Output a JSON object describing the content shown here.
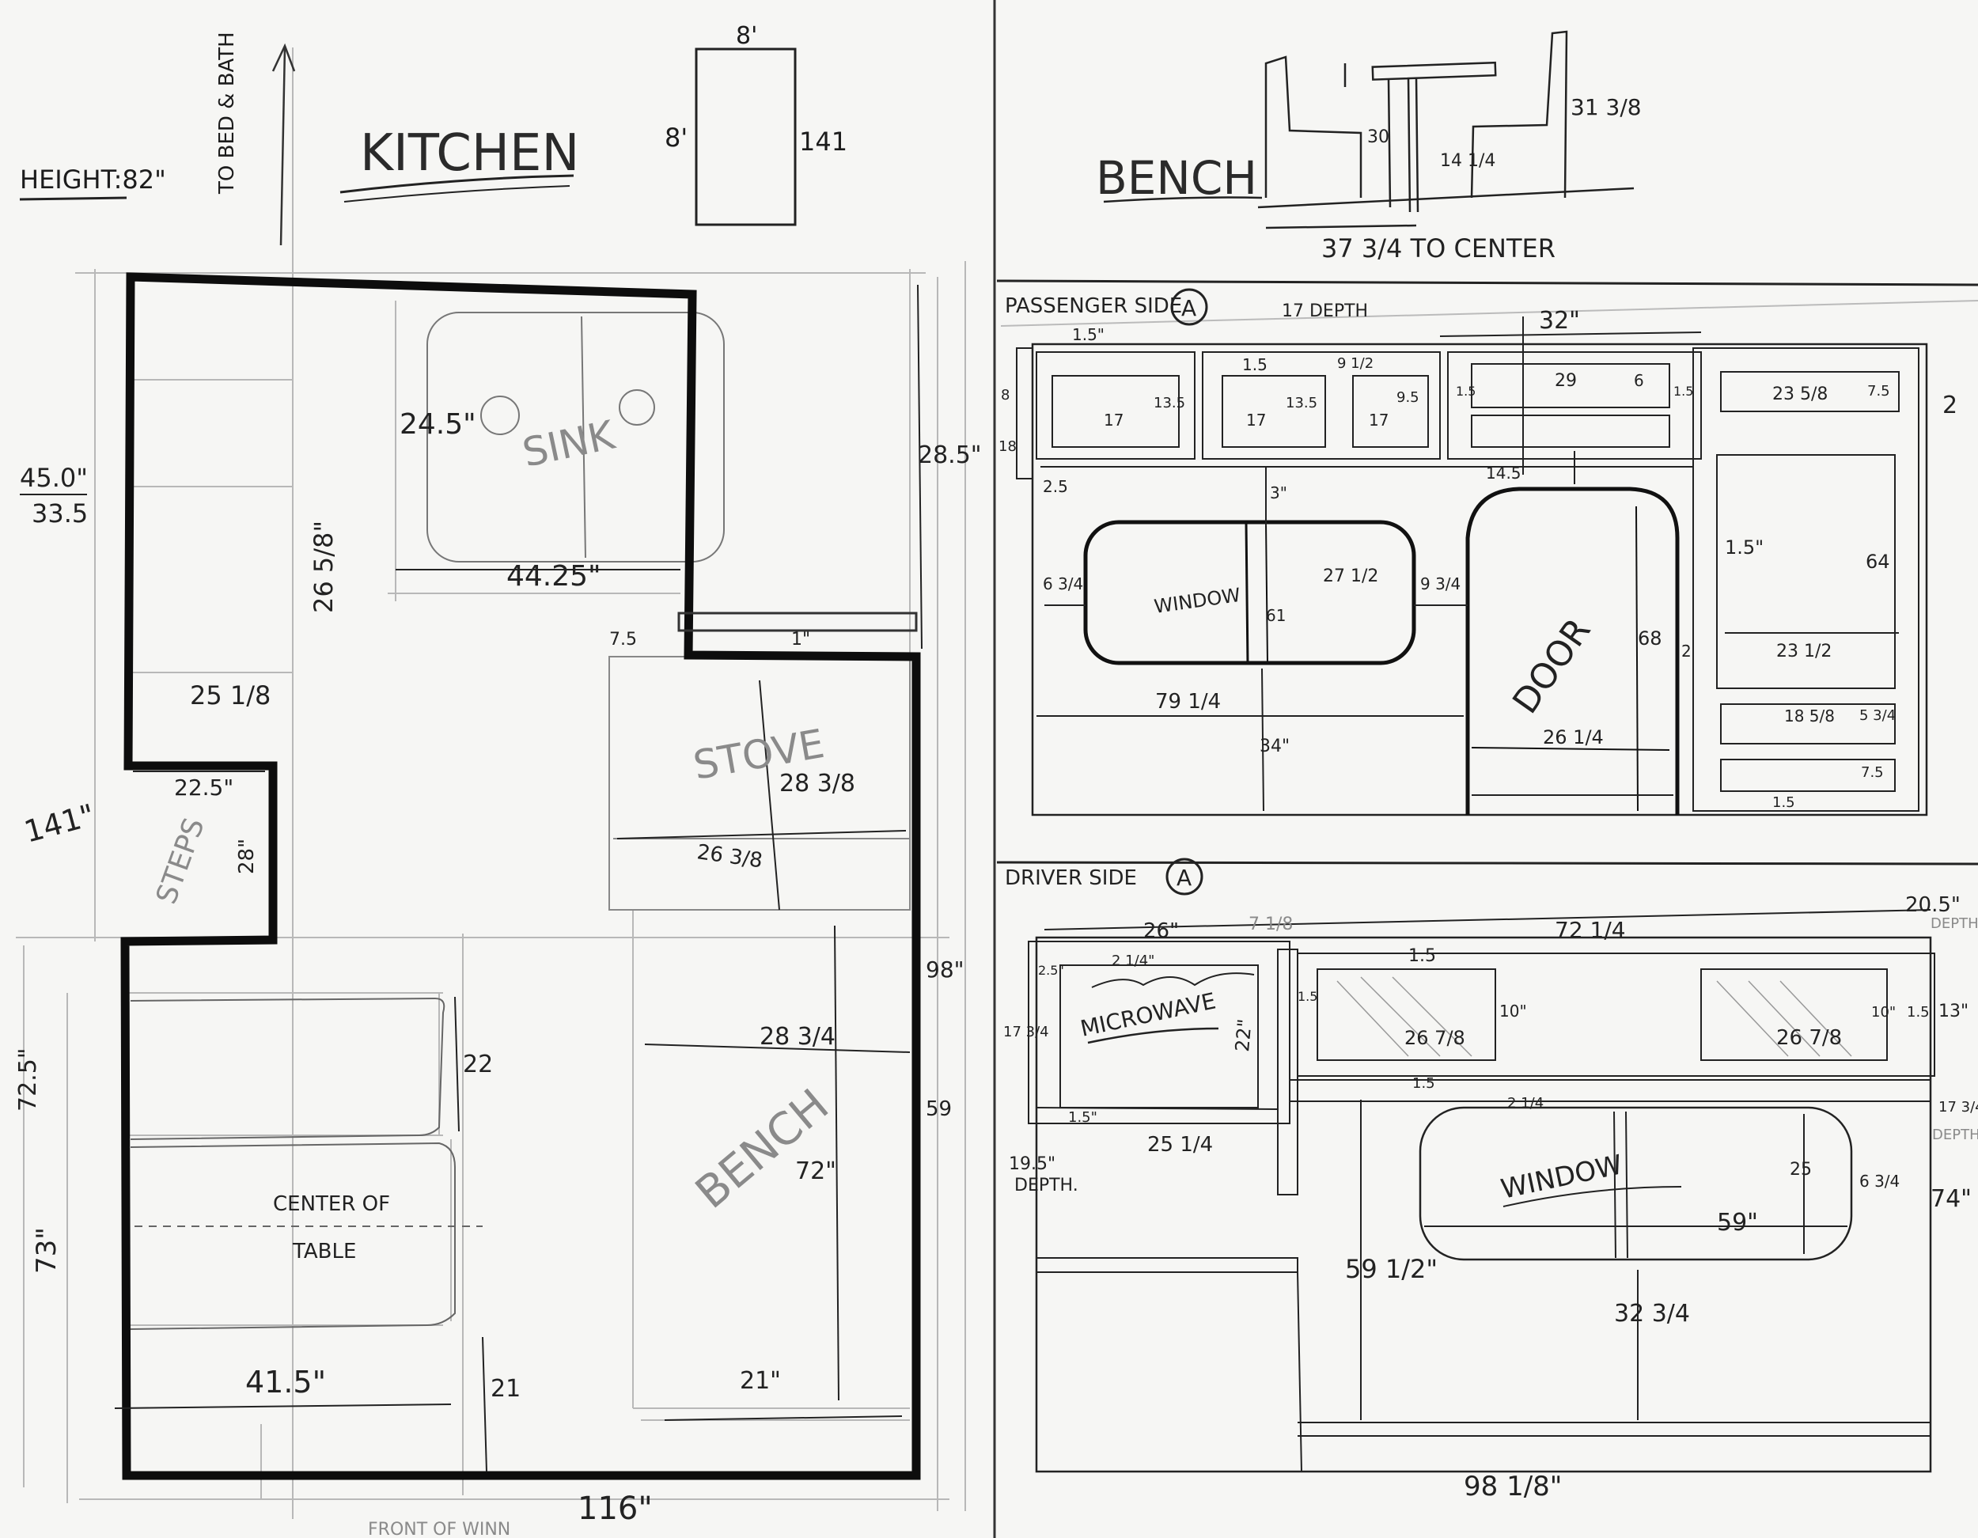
{
  "kitchen_plan": {
    "title": "KITCHEN",
    "height_label": "HEIGHT:82\"",
    "to_bed_bath": "TO BED & BATH",
    "fridge": {
      "w": "8'",
      "h": "8'",
      "depth": "141"
    },
    "sink": {
      "label": "SINK",
      "depth": "24.5\"",
      "width": "44.25\""
    },
    "left_counter": {
      "depth": "26 5/8\"",
      "width": "25 1/8",
      "top": "45.0\"",
      "bottom": "33.5"
    },
    "right_dim": "28.5\"",
    "gap": "7.5",
    "small_gap": "1\"",
    "stove": {
      "label": "STOVE",
      "depth": "28 3/8",
      "width": "26 3/8"
    },
    "steps": {
      "label": "STEPS",
      "width": "22.5\"",
      "height": "28\"",
      "dim_141": "141\""
    },
    "bench": {
      "label": "BENCH",
      "width": "28 3/4",
      "length": "72\"",
      "bottom": "21\""
    },
    "side_98": "98\"",
    "side_59": "59",
    "table": {
      "label1": "CENTER OF",
      "label2": "TABLE",
      "top": "22",
      "bottom": "21",
      "width": "41.5\""
    },
    "left_725": "72.5\"",
    "left_73": "73\"",
    "bottom_total": "116\"",
    "front_label": "FRONT OF WINN"
  },
  "bench_detail": {
    "title": "BENCH",
    "h30": "30",
    "h14": "14 1/4",
    "h31": "31 3/8",
    "center": "37 3/4 TO CENTER"
  },
  "passenger": {
    "title": "PASSENGER SIDE",
    "badge": "A",
    "depth_label": "17 DEPTH",
    "cab_1_5a": "1.5\"",
    "cab_1_5b": "1.5",
    "cab_17a": "17",
    "cab_17b": "17",
    "cab_17c": "17",
    "cab_13_5a": "13.5",
    "cab_13_5b": "13.5",
    "cab_9_5": "9.5",
    "cab_9_5b": "9 1/2",
    "cab_18": "18",
    "cab_2_5": "2.5",
    "cab_8": "8",
    "top_32": "32\"",
    "cab_29": "29",
    "cab_6": "6",
    "cab_1_5c": "1.5",
    "cab_1_5d": "1.5",
    "cab_14_5": "14.5",
    "cab_3": "3\"",
    "right_23": "23 5/8",
    "right_7_5": "7.5",
    "right_2": "2",
    "window_label": "WINDOW",
    "win_61": "61",
    "win_27": "27 1/2",
    "win_6": "6 3/4",
    "win_9": "9 3/4",
    "floor_79": "79 1/4",
    "floor_34": "34\"",
    "door_label": "DOOR",
    "door_26": "26 1/4",
    "door_68": "68",
    "door_2": "2",
    "door_1_5": "1.5\"",
    "tall_64": "64",
    "tall_23": "23 1/2",
    "drawer_18": "18 5/8",
    "drawer_5": "5 3/4",
    "drawer_7_5": "7.5",
    "drawer_1_5": "1.5"
  },
  "driver": {
    "title": "DRIVER SIDE",
    "badge": "A",
    "top_26": "26\"",
    "top_7": "7 1/8",
    "top_72": "72 1/4",
    "depth_20": "20.5\"",
    "depth_word": "DEPTH",
    "micro_label": "MICROWAVE",
    "micro_2_5": "2.5\"",
    "micro_2_5b": "2 1/4\"",
    "micro_17": "17 3/4",
    "micro_22": "22\"",
    "micro_1_5": "1.5\"",
    "micro_25": "25 1/4",
    "depth_19": "19.5\"",
    "depth_19w": "DEPTH.",
    "upper_1_5a": "1.5",
    "upper_1_5b": "1.5",
    "upper_1_5c": "1.5",
    "upper_1_5d": "1.5",
    "upper_26a": "26 7/8",
    "upper_26b": "26 7/8",
    "upper_10a": "10\"",
    "upper_10b": "10\"",
    "upper_13": "13\"",
    "upper_2": "2 1/4",
    "window_label": "WINDOW",
    "win_25": "25",
    "win_59": "59\"",
    "win_6": "6 3/4",
    "win_74": "74\"",
    "win_17": "17 3/4",
    "win_depth": "DEPTH",
    "floor_59": "59 1/2\"",
    "floor_32": "32 3/4",
    "bottom_98": "98 1/8\""
  }
}
